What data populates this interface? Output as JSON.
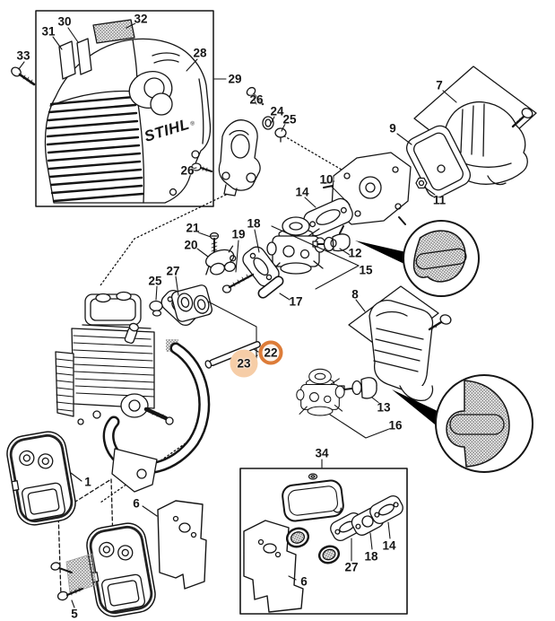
{
  "brand": {
    "logo": "STIHL",
    "registered": "®"
  },
  "highlight": {
    "ring_color": "#dd7c38",
    "glow_color": "#f6cda7",
    "selected_part": "22",
    "related_part": "23"
  },
  "callouts": [
    {
      "number": "33"
    },
    {
      "number": "31"
    },
    {
      "number": "30"
    },
    {
      "number": "32"
    },
    {
      "number": "28"
    },
    {
      "number": "29"
    },
    {
      "number": "26"
    },
    {
      "number": "24"
    },
    {
      "number": "25"
    },
    {
      "number": "26"
    },
    {
      "number": "7"
    },
    {
      "number": "9"
    },
    {
      "number": "10"
    },
    {
      "number": "14"
    },
    {
      "number": "11"
    },
    {
      "number": "18"
    },
    {
      "number": "21"
    },
    {
      "number": "19"
    },
    {
      "number": "20"
    },
    {
      "number": "12"
    },
    {
      "number": "15"
    },
    {
      "number": "27"
    },
    {
      "number": "25"
    },
    {
      "number": "8"
    },
    {
      "number": "17"
    },
    {
      "number": "22"
    },
    {
      "number": "23"
    },
    {
      "number": "13"
    },
    {
      "number": "16"
    },
    {
      "number": "34"
    },
    {
      "number": "1"
    },
    {
      "number": "6"
    },
    {
      "number": "5"
    },
    {
      "number": "14"
    },
    {
      "number": "18"
    },
    {
      "number": "27"
    },
    {
      "number": "6"
    }
  ]
}
